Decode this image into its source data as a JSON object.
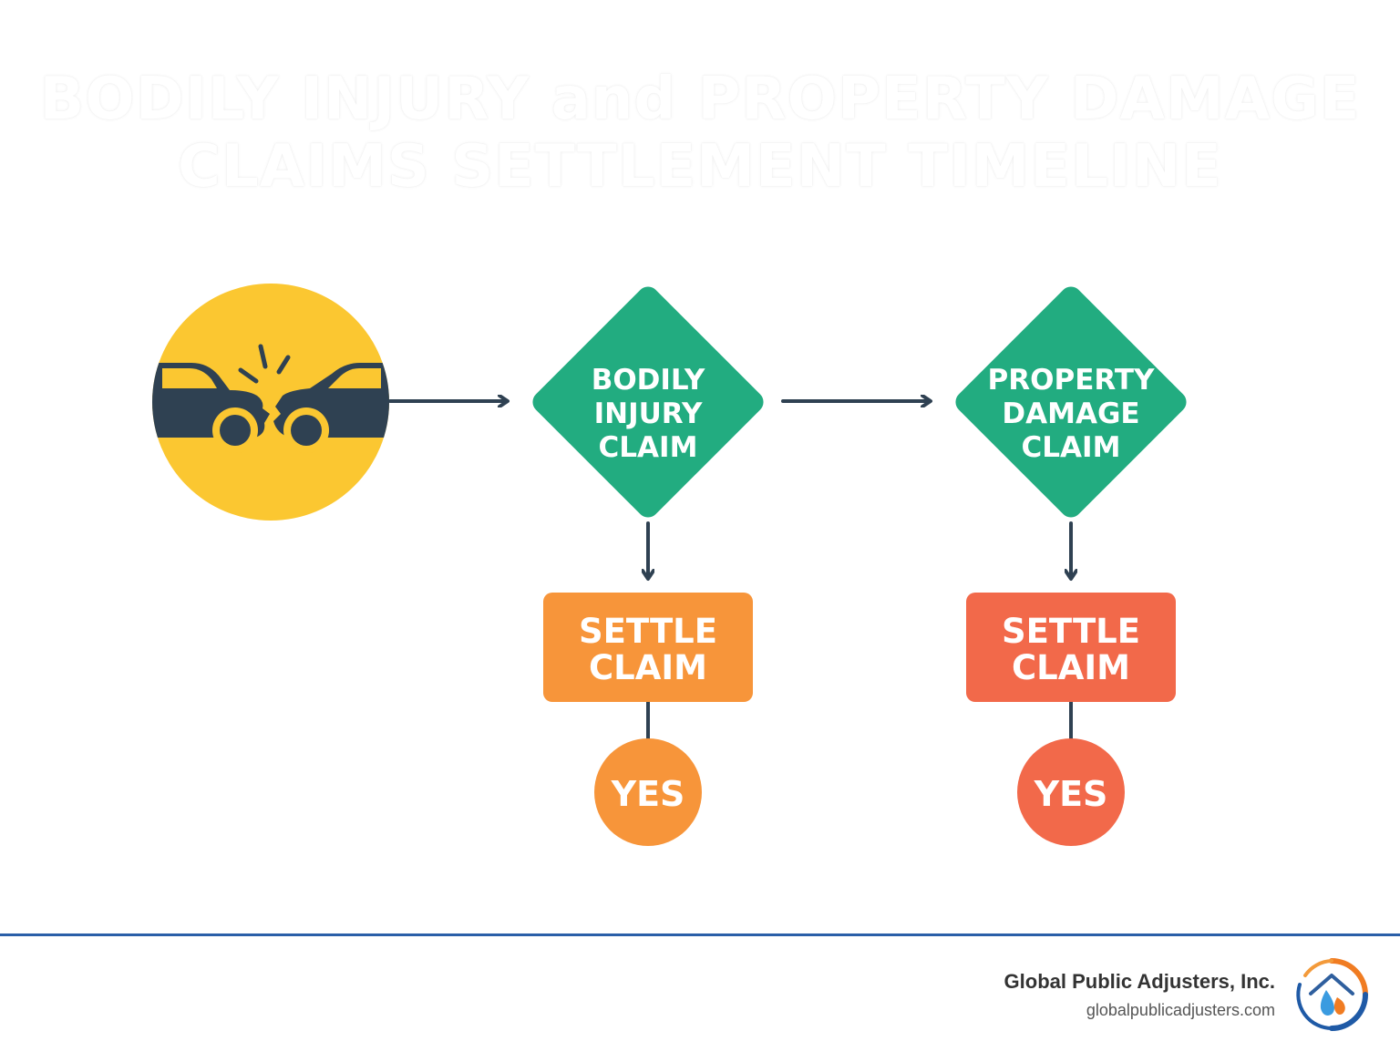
{
  "title": {
    "line1": "BODILY INJURY and PROPERTY DAMAGE",
    "line2": "CLAIMS SETTLEMENT TIMELINE"
  },
  "nodes": {
    "start": {
      "icon": "car-crash-icon",
      "color": "#fbc731"
    },
    "bodily": {
      "lines": [
        "BODILY",
        "INJURY",
        "CLAIM"
      ],
      "color": "#22ac80"
    },
    "property": {
      "lines": [
        "PROPERTY",
        "DAMAGE",
        "CLAIM"
      ],
      "color": "#22ac80"
    },
    "settle_bodily": {
      "lines": [
        "SETTLE",
        "CLAIM"
      ],
      "color": "#f7953a"
    },
    "settle_property": {
      "lines": [
        "SETTLE",
        "CLAIM"
      ],
      "color": "#f2694a"
    },
    "yes_bodily": {
      "label": "YES",
      "color": "#f7953a"
    },
    "yes_property": {
      "label": "YES",
      "color": "#f2694a"
    }
  },
  "arrow_color": "#2f4152",
  "footer": {
    "company": "Global Public Adjusters, Inc.",
    "url": "globalpublicadjusters.com",
    "logo_icon": "house-flame-drop-logo-icon",
    "rule_color": "#2a5fa8"
  }
}
